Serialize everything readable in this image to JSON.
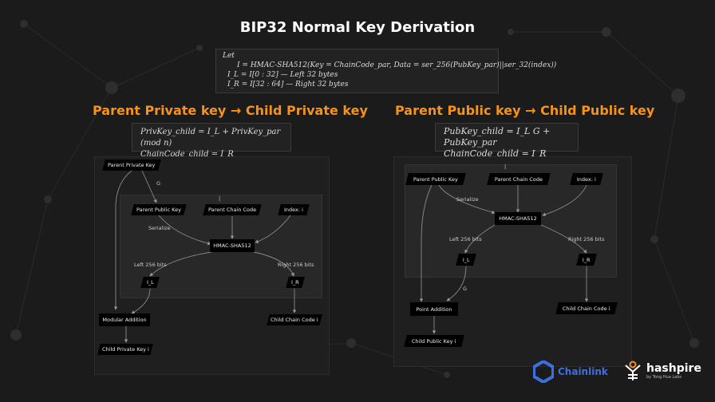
{
  "title": "BIP32 Normal Key Derivation",
  "formula_top": {
    "line1": "Let",
    "line2": "I = HMAC-SHA512(Key = ChainCode_par, Data = ser_256(PubKey_par)||ser_32(index))",
    "line3": "I_L = I[0 : 32] — Left 32 bytes",
    "line4": "I_R = I[32 : 64] — Right 32 bytes"
  },
  "left": {
    "heading": "Parent Private key → Child Private key",
    "formula1": "PrivKey_child = I_L + PrivKey_par   (mod n)",
    "formula2": "ChainCode_child = I_R",
    "nodes": {
      "parent_private_key": "Parent Private Key",
      "parent_public_key": "Parent Public Key",
      "parent_chain_code": "Parent Chain Code",
      "index": "Index: i",
      "hmac": "HMAC-SHA512",
      "il": "I_L",
      "ir": "I_R",
      "modular_addition": "Modular Addition",
      "child_chain_code": "Child Chain Code i",
      "child_private_key": "Child Private Key i"
    },
    "labels": {
      "g": "G",
      "serialize": "Serialize",
      "left_bits": "Left 256 bits",
      "right_bits": "Right 256 bits",
      "bar": "|"
    }
  },
  "right": {
    "heading": "Parent Public key → Child Public key",
    "formula1": "PubKey_child = I_L G + PubKey_par",
    "formula2": "ChainCode_child = I_R",
    "nodes": {
      "parent_public_key": "Parent Public Key",
      "parent_chain_code": "Parent Chain Code",
      "index": "Index: i",
      "hmac": "HMAC-SHA512",
      "il": "I_L",
      "ir": "I_R",
      "point_addition": "Point Addition",
      "child_chain_code": "Child Chain Code i",
      "child_public_key": "Child Public Key i"
    },
    "labels": {
      "serialize": "Serialize",
      "left_bits": "Left 256 bits",
      "right_bits": "Right 256 bits",
      "g": "G",
      "bar": "|"
    }
  },
  "logos": {
    "chainlink": "Chainlink",
    "hashpire": "hashpire",
    "hashpire_sub": "by Tong Hua Labs"
  },
  "colors": {
    "accent_orange": "#f7931a",
    "chainlink_blue": "#3d6fe0",
    "background": "#1b1b1b",
    "node": "#000000"
  }
}
